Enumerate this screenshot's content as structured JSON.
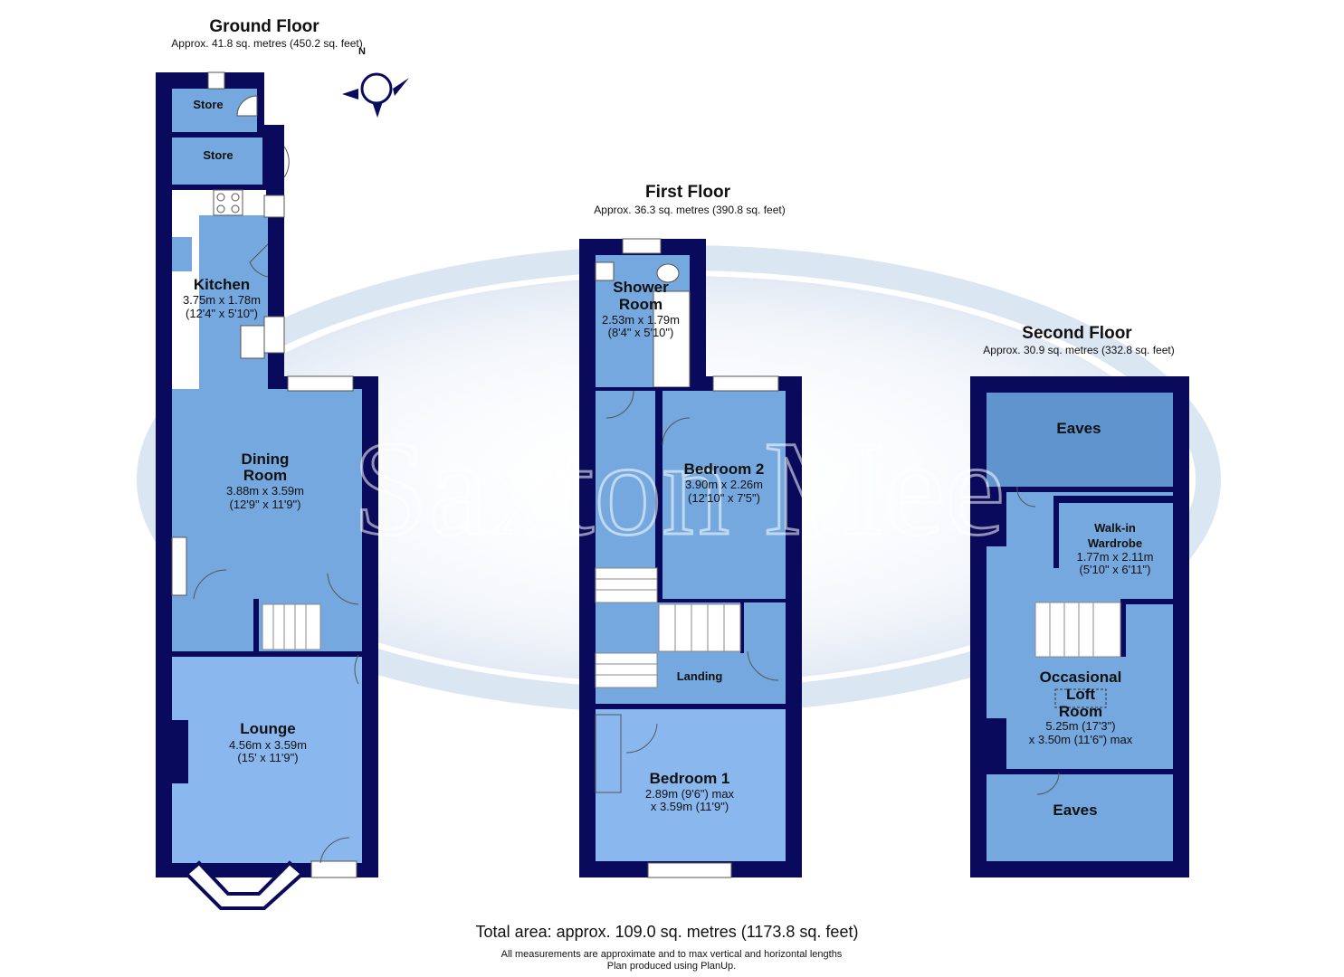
{
  "ground_floor": {
    "title": "Ground Floor",
    "area": "Approx. 41.8 sq. metres (450.2 sq. feet)",
    "rooms": {
      "store_1": "Store",
      "store_2": "Store",
      "kitchen": {
        "name": "Kitchen",
        "dim_m": "3.75m x 1.78m",
        "dim_ft": "(12'4\" x 5'10\")"
      },
      "dining": {
        "name_1": "Dining",
        "name_2": "Room",
        "dim_m": "3.88m x 3.59m",
        "dim_ft": "(12'9\" x 11'9\")"
      },
      "lounge": {
        "name": "Lounge",
        "dim_m": "4.56m x 3.59m",
        "dim_ft": "(15' x 11'9\")"
      }
    }
  },
  "first_floor": {
    "title": "First Floor",
    "area": "Approx. 36.3 sq. metres (390.8 sq. feet)",
    "rooms": {
      "shower": {
        "name_1": "Shower",
        "name_2": "Room",
        "dim_m": "2.53m x 1.79m",
        "dim_ft": "(8'4\" x 5'10\")"
      },
      "bedroom2": {
        "name": "Bedroom 2",
        "dim_m": "3.90m x 2.26m",
        "dim_ft": "(12'10\" x 7'5\")"
      },
      "landing": "Landing",
      "bedroom1": {
        "name": "Bedroom 1",
        "dim_1": "2.89m (9'6\") max",
        "dim_2": "x 3.59m (11'9\")"
      }
    }
  },
  "second_floor": {
    "title": "Second Floor",
    "area": "Approx. 30.9 sq. metres (332.8 sq. feet)",
    "rooms": {
      "eaves_top": "Eaves",
      "wardrobe": {
        "name_1": "Walk-in",
        "name_2": "Wardrobe",
        "dim_m": "1.77m x 2.11m",
        "dim_ft": "(5'10\" x 6'11\")"
      },
      "loft": {
        "name_1": "Occasional",
        "name_2": "Loft",
        "name_3": "Room",
        "dim_1": "5.25m (17'3\")",
        "dim_2": "x 3.50m (11'6\") max"
      },
      "eaves_bottom": "Eaves"
    }
  },
  "compass_label": "N",
  "watermark": "Saxton Mee",
  "footer": {
    "total": "Total area: approx. 109.0 sq. metres (1173.8 sq. feet)",
    "note_1": "All measurements are approximate and to max vertical and horizontal lengths",
    "note_2": "Plan produced using PlanUp."
  },
  "colors": {
    "wall": "#0a0a5c",
    "room_light": "#8ab8ee",
    "room_mid": "#74a8de",
    "room_dark": "#5f94cf",
    "watermark_ring": "#d8e4f2"
  }
}
